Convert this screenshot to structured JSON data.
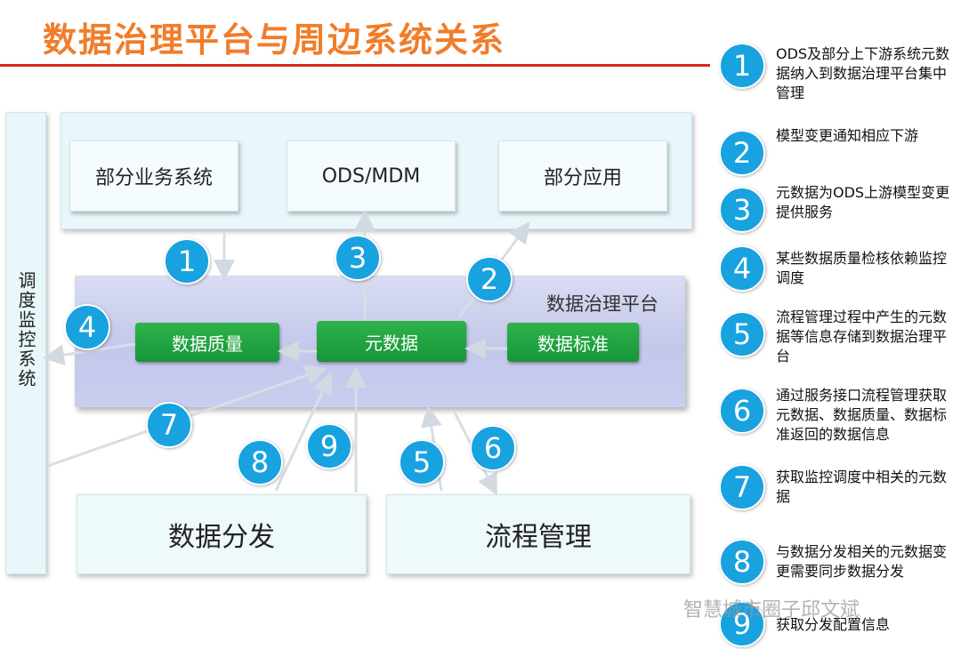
{
  "title": "数据治理平台与周边系统关系",
  "colors": {
    "title": "#f07d2a",
    "rule": "#d9261c",
    "badge": "#18a2e0",
    "module": "#16963a"
  },
  "monitor_system": "调度监控系统",
  "top_systems": [
    "部分业务系统",
    "ODS/MDM",
    "部分应用"
  ],
  "platform": {
    "label": "数据治理平台",
    "modules": [
      "数据质量",
      "元数据",
      "数据标准"
    ]
  },
  "bottom_systems": [
    "数据分发",
    "流程管理"
  ],
  "diagram_badges": [
    "1",
    "3",
    "2",
    "4",
    "7",
    "8",
    "9",
    "5",
    "6"
  ],
  "legend": [
    {
      "num": "1",
      "text": "ODS及部分上下游系统元数据纳入到数据治理平台集中管理"
    },
    {
      "num": "2",
      "text": "模型变更通知相应下游"
    },
    {
      "num": "3",
      "text": "元数据为ODS上游模型变更提供服务"
    },
    {
      "num": "4",
      "text": "某些数据质量检核依赖监控调度"
    },
    {
      "num": "5",
      "text": "流程管理过程中产生的元数据等信息存储到数据治理平台"
    },
    {
      "num": "6",
      "text": "通过服务接口流程管理获取元数据、数据质量、数据标准返回的数据信息"
    },
    {
      "num": "7",
      "text": "获取监控调度中相关的元数据"
    },
    {
      "num": "8",
      "text": "与数据分发相关的元数据变更需要同步数据分发"
    },
    {
      "num": "9",
      "text": "获取分发配置信息"
    }
  ],
  "watermark": "智慧城市圈子邱文斌"
}
